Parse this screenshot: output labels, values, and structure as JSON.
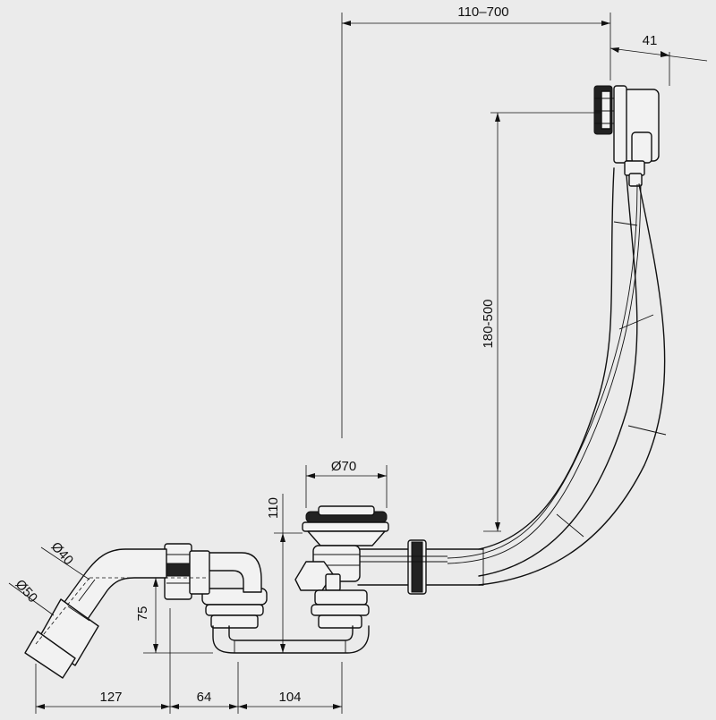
{
  "drawing": {
    "title": "",
    "dimensions": {
      "overall_length": "110–700",
      "overflow_depth": "41",
      "overflow_height": "180-500",
      "waste_diameter": "Ø70",
      "waste_height": "110",
      "pipe_diameter_40": "Ø40",
      "pipe_diameter_50": "Ø50",
      "trap_height": "75",
      "horizontal_127": "127",
      "horizontal_64": "64",
      "horizontal_104": "104"
    }
  }
}
